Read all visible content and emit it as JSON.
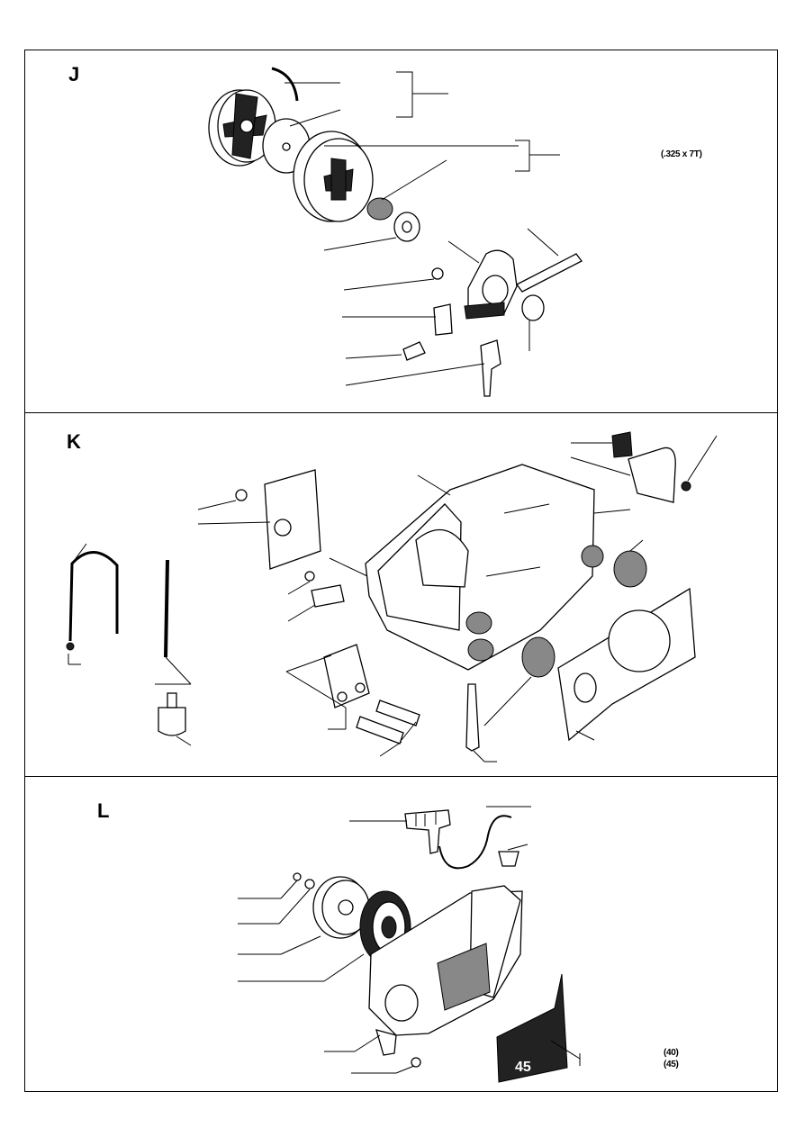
{
  "sections": [
    {
      "letter": "J"
    },
    {
      "letter": "K"
    },
    {
      "letter": "L"
    }
  ],
  "notes": {
    "sprocket_spec": "(.325 x 7T)",
    "model_40": "(40)",
    "model_45": "(45)",
    "decal_text": "45"
  }
}
